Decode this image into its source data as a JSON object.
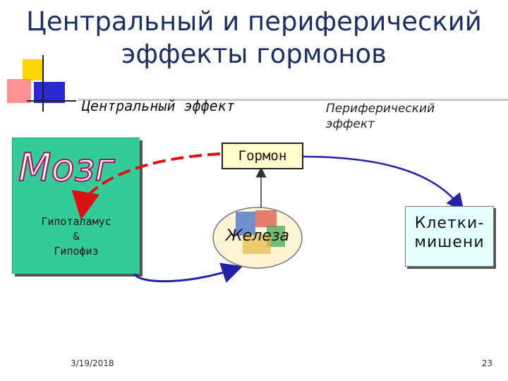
{
  "title": {
    "line1": "Центральный и периферический",
    "line2": "эффекты гормонов"
  },
  "labels": {
    "central": "Центральный эффект",
    "peripheral_line1": "Периферический",
    "peripheral_line2": "эффект"
  },
  "nodes": {
    "brain": "Мозг",
    "hypothalamus_line1": "Гипоталамус",
    "hypothalamus_line2": "&",
    "hypothalamus_line3": "Гипофиз",
    "hormone": "Гормон",
    "gland": "Железа",
    "cells_line1": "Клетки-",
    "cells_line2": "мишени"
  },
  "footer": {
    "date": "3/19/2018",
    "page": "23"
  },
  "colors": {
    "title": "#1e2f63",
    "brain_box": "#33cc99",
    "hormone_box": "#ffffcc",
    "cells_box": "#e6ffff",
    "dashed_arrow": "#dd1111",
    "blue_arrow": "#2222aa"
  }
}
